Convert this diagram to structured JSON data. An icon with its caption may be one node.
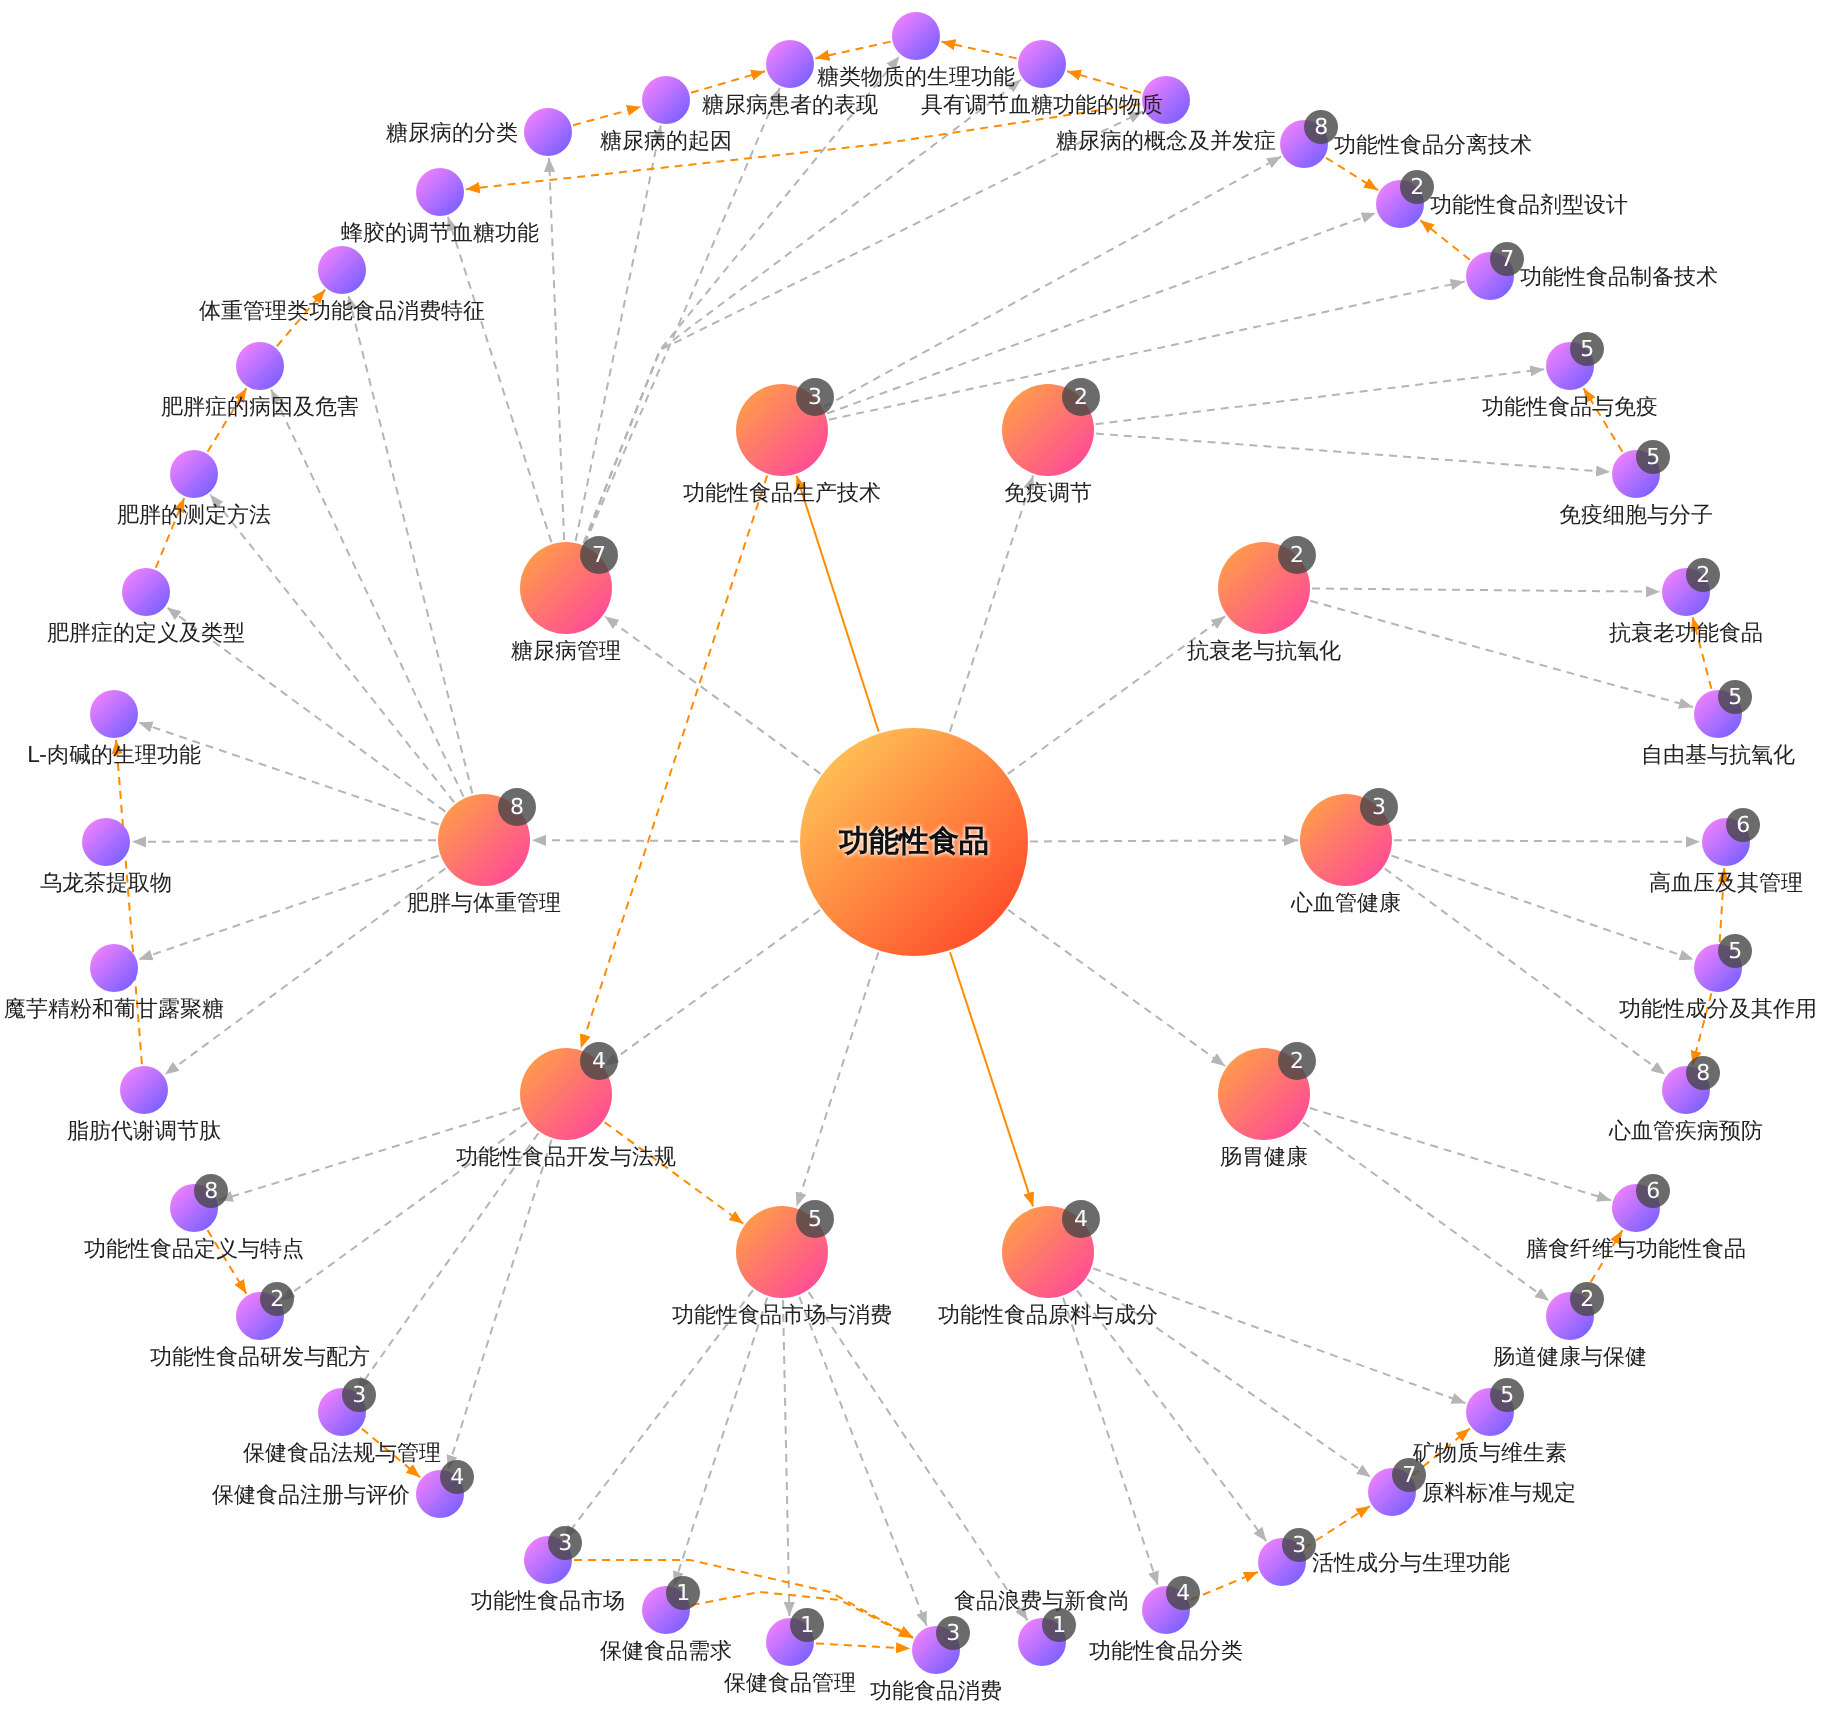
{
  "diagram": {
    "nodes": [
      {
        "text": [
          "功能性食品"
        ]
      },
      {
        "text": [
          "7",
          "糖尿病管理"
        ]
      },
      {
        "text": [
          "3",
          "功能性食品生产技术"
        ]
      },
      {
        "text": [
          "2",
          "免疫调节"
        ]
      },
      {
        "text": [
          "2",
          "抗衰老与抗氧化"
        ]
      },
      {
        "text": [
          "3",
          "心血管健康"
        ]
      },
      {
        "text": [
          "2",
          "肠胃健康"
        ]
      },
      {
        "text": [
          "4",
          "功能性食品原料与成分"
        ]
      },
      {
        "text": [
          "5",
          "功能性食品市场与消费"
        ]
      },
      {
        "text": [
          "4",
          "功能性食品开发与法规"
        ]
      },
      {
        "text": [
          "8",
          "肥胖与体重管理"
        ]
      },
      {
        "text": [
          "糖尿病的概念及并发症"
        ]
      },
      {
        "text": [
          "具有调节血糖功能的物质"
        ]
      },
      {
        "text": [
          "糖类物质的生理功能"
        ]
      },
      {
        "text": [
          "糖尿病患者的表现"
        ]
      },
      {
        "text": [
          "糖尿病的起因"
        ]
      },
      {
        "text": [
          "糖尿病的分类"
        ]
      },
      {
        "text": [
          "蜂胶的调节血糖功能"
        ]
      },
      {
        "text": [
          "体重管理类功能食品消费特征"
        ]
      },
      {
        "text": [
          "肥胖症的病因及危害"
        ]
      },
      {
        "text": [
          "肥胖的测定方法"
        ]
      },
      {
        "text": [
          "肥胖症的定义及类型"
        ]
      },
      {
        "text": [
          "L-肉碱的生理功能"
        ]
      },
      {
        "text": [
          "乌龙茶提取物"
        ]
      },
      {
        "text": [
          "魔芋精粉和葡甘露聚糖"
        ]
      },
      {
        "text": [
          "脂肪代谢调节肽"
        ]
      },
      {
        "text": [
          "8",
          "功能性食品定义与特点"
        ]
      },
      {
        "text": [
          "2",
          "功能性食品研发与配方"
        ]
      },
      {
        "text": [
          "3",
          "保健食品法规与管理"
        ]
      },
      {
        "text": [
          "4",
          "保健食品注册与评价"
        ]
      },
      {
        "text": [
          "3",
          "功能性食品市场"
        ]
      },
      {
        "text": [
          "1",
          "保健食品需求"
        ]
      },
      {
        "text": [
          "1",
          "保健食品管理"
        ]
      },
      {
        "text": [
          "3",
          "功能食品消费"
        ]
      },
      {
        "text": [
          "食品浪费与新食尚",
          "1"
        ]
      },
      {
        "text": [
          "4",
          "功能性食品分类"
        ]
      },
      {
        "text": [
          "3",
          "活性成分与生理功能"
        ]
      },
      {
        "text": [
          "7",
          "原料标准与规定"
        ]
      },
      {
        "text": [
          "5",
          "矿物质与维生素"
        ]
      },
      {
        "text": [
          "2",
          "肠道健康与保健"
        ]
      },
      {
        "text": [
          "6",
          "膳食纤维与功能性食品"
        ]
      },
      {
        "text": [
          "8",
          "心血管疾病预防"
        ]
      },
      {
        "text": [
          "5",
          "功能性成分及其作用"
        ]
      },
      {
        "text": [
          "6",
          "高血压及其管理"
        ]
      },
      {
        "text": [
          "5",
          "自由基与抗氧化"
        ]
      },
      {
        "text": [
          "2",
          "抗衰老功能食品"
        ]
      },
      {
        "text": [
          "5",
          "免疫细胞与分子"
        ]
      },
      {
        "text": [
          "5",
          "功能性食品与免疫"
        ]
      },
      {
        "text": [
          "7",
          "功能性食品制备技术"
        ]
      },
      {
        "text": [
          "2",
          "功能性食品剂型设计"
        ]
      },
      {
        "text": [
          "8",
          "功能性食品分离技术"
        ]
      }
    ],
    "edges": [
      {
        "from": 0,
        "to": 1,
        "arrow": "to",
        "style": "dashed"
      },
      {
        "from": 0,
        "to": 2,
        "arrow": "to",
        "color": "#ff8c00"
      },
      {
        "from": 0,
        "to": 3,
        "arrow": "to",
        "style": "dashed"
      },
      {
        "from": 0,
        "to": 4,
        "arrow": "to",
        "style": "dashed"
      },
      {
        "from": 0,
        "to": 5,
        "arrow": "to",
        "style": "dashed"
      },
      {
        "from": 0,
        "to": 6,
        "arrow": "to",
        "style": "dashed"
      },
      {
        "from": 0,
        "to": 7,
        "arrow": "to",
        "color": "#ff8c00"
      },
      {
        "from": 0,
        "to": 8,
        "arrow": "to",
        "style": "dashed"
      },
      {
        "from": 0,
        "to": 9,
        "arrow": "to",
        "style": "dashed"
      },
      {
        "from": 0,
        "to": 10,
        "arrow": "to",
        "style": "dashed"
      },
      {
        "from": 1,
        "to": 11,
        "arrow": "to",
        "style": "dashed"
      },
      {
        "from": 1,
        "to": 12,
        "arrow": "to",
        "style": "dashed"
      },
      {
        "from": 1,
        "to": 13,
        "arrow": "to",
        "style": "dashed"
      },
      {
        "from": 1,
        "to": 14,
        "arrow": "to",
        "style": "dashed"
      },
      {
        "from": 1,
        "to": 15,
        "arrow": "to",
        "style": "dashed"
      },
      {
        "from": 1,
        "to": 16,
        "arrow": "to",
        "style": "dashed"
      },
      {
        "from": 1,
        "to": 17,
        "arrow": "to",
        "style": "dashed"
      },
      {
        "from": 10,
        "to": 18,
        "arrow": "to",
        "style": "dashed"
      },
      {
        "from": 10,
        "to": 19,
        "arrow": "to",
        "style": "dashed"
      },
      {
        "from": 10,
        "to": 20,
        "arrow": "to",
        "style": "dashed"
      },
      {
        "from": 10,
        "to": 21,
        "arrow": "to",
        "style": "dashed"
      },
      {
        "from": 10,
        "to": 22,
        "arrow": "to",
        "style": "dashed"
      },
      {
        "from": 10,
        "to": 23,
        "arrow": "to",
        "style": "dashed"
      },
      {
        "from": 10,
        "to": 24,
        "arrow": "to",
        "style": "dashed"
      },
      {
        "from": 10,
        "to": 25,
        "arrow": "to",
        "style": "dashed"
      },
      {
        "from": 9,
        "to": 26,
        "arrow": "to",
        "style": "dashed"
      },
      {
        "from": 9,
        "to": 27,
        "arrow": "to",
        "style": "dashed"
      },
      {
        "from": 9,
        "to": 28,
        "arrow": "to",
        "style": "dashed"
      },
      {
        "from": 9,
        "to": 29,
        "arrow": "to",
        "style": "dashed"
      },
      {
        "from": 8,
        "to": 30,
        "arrow": "to",
        "style": "dashed"
      },
      {
        "from": 8,
        "to": 31,
        "arrow": "to",
        "style": "dashed"
      },
      {
        "from": 8,
        "to": 32,
        "arrow": "to",
        "style": "dashed"
      },
      {
        "from": 8,
        "to": 33,
        "arrow": "to",
        "style": "dashed"
      },
      {
        "from": 8,
        "to": 34,
        "arrow": "to",
        "style": "dashed"
      },
      {
        "from": 7,
        "to": 35,
        "arrow": "to",
        "style": "dashed"
      },
      {
        "from": 7,
        "to": 36,
        "arrow": "to",
        "style": "dashed"
      },
      {
        "from": 7,
        "to": 37,
        "arrow": "to",
        "style": "dashed"
      },
      {
        "from": 7,
        "to": 38,
        "arrow": "to",
        "style": "dashed"
      },
      {
        "from": 6,
        "to": 39,
        "arrow": "to",
        "style": "dashed"
      },
      {
        "from": 6,
        "to": 40,
        "arrow": "to",
        "style": "dashed"
      },
      {
        "from": 5,
        "to": 41,
        "arrow": "to",
        "style": "dashed"
      },
      {
        "from": 5,
        "to": 42,
        "arrow": "to",
        "style": "dashed"
      },
      {
        "from": 5,
        "to": 43,
        "arrow": "to",
        "style": "dashed"
      },
      {
        "from": 4,
        "to": 44,
        "arrow": "to",
        "style": "dashed"
      },
      {
        "from": 4,
        "to": 45,
        "arrow": "to",
        "style": "dashed"
      },
      {
        "from": 3,
        "to": 46,
        "arrow": "to",
        "style": "dashed"
      },
      {
        "from": 3,
        "to": 47,
        "arrow": "to",
        "style": "dashed"
      },
      {
        "from": 2,
        "to": 48,
        "arrow": "to",
        "style": "dashed"
      },
      {
        "from": 2,
        "to": 49,
        "arrow": "to",
        "style": "dashed"
      },
      {
        "from": 2,
        "to": 50,
        "arrow": "to",
        "style": "dashed"
      },
      {
        "from": 2,
        "to": 9,
        "arrow": "to",
        "style": "dashed",
        "color": "#ff8c00"
      },
      {
        "from": 9,
        "to": 8,
        "arrow": "to",
        "style": "dashed",
        "color": "#ff8c00"
      },
      {
        "from": 11,
        "to": 12,
        "arrow": "to",
        "style": "dashed",
        "color": "#ff8c00"
      },
      {
        "from": 12,
        "to": 13,
        "arrow": "to",
        "style": "dashed",
        "color": "#ff8c00"
      },
      {
        "from": 13,
        "to": 14,
        "arrow": "to",
        "style": "dashed",
        "color": "#ff8c00"
      },
      {
        "from": 15,
        "to": 14,
        "arrow": "to",
        "style": "dashed",
        "color": "#ff8c00"
      },
      {
        "from": 16,
        "to": 15,
        "arrow": "to",
        "style": "dashed",
        "color": "#ff8c00"
      },
      {
        "from": 11,
        "to": 17,
        "arrow": "to",
        "style": "dashed",
        "color": "#ff8c00"
      },
      {
        "from": 21,
        "to": 20,
        "arrow": "to",
        "style": "dashed",
        "color": "#ff8c00"
      },
      {
        "from": 20,
        "to": 19,
        "arrow": "to",
        "style": "dashed",
        "color": "#ff8c00"
      },
      {
        "from": 19,
        "to": 18,
        "arrow": "to",
        "style": "dashed",
        "color": "#ff8c00"
      },
      {
        "from": 25,
        "to": 22,
        "arrow": "to",
        "style": "dashed",
        "color": "#ff8c00"
      },
      {
        "from": 26,
        "to": 27,
        "arrow": "to",
        "style": "dashed",
        "color": "#ff8c00"
      },
      {
        "from": 28,
        "to": 29,
        "arrow": "to",
        "style": "dashed",
        "color": "#ff8c00"
      },
      {
        "from": 30,
        "to": 33,
        "arrow": "to",
        "style": "dashed",
        "color": "#ff8c00"
      },
      {
        "from": 31,
        "to": 33,
        "arrow": "to",
        "style": "dashed",
        "color": "#ff8c00"
      },
      {
        "from": 32,
        "to": 33,
        "arrow": "to",
        "style": "dashed",
        "color": "#ff8c00"
      },
      {
        "from": 35,
        "to": 36,
        "arrow": "to",
        "style": "dashed",
        "color": "#ff8c00"
      },
      {
        "from": 36,
        "to": 37,
        "arrow": "to",
        "style": "dashed",
        "color": "#ff8c00"
      },
      {
        "from": 37,
        "to": 38,
        "arrow": "to",
        "style": "dashed",
        "color": "#ff8c00"
      },
      {
        "from": 39,
        "to": 40,
        "arrow": "to",
        "style": "dashed",
        "color": "#ff8c00"
      },
      {
        "from": 42,
        "to": 41,
        "arrow": "to",
        "style": "dashed",
        "color": "#ff8c00"
      },
      {
        "from": 42,
        "to": 43,
        "arrow": "to",
        "style": "dashed",
        "color": "#ff8c00"
      },
      {
        "from": 44,
        "to": 45,
        "arrow": "to",
        "style": "dashed",
        "color": "#ff8c00"
      },
      {
        "from": 46,
        "to": 47,
        "arrow": "to",
        "style": "dashed",
        "color": "#ff8c00"
      },
      {
        "from": 48,
        "to": 49,
        "arrow": "to",
        "style": "dashed",
        "color": "#ff8c00"
      },
      {
        "from": 50,
        "to": 49,
        "arrow": "to",
        "style": "dashed",
        "color": "#ff8c00"
      }
    ]
  }
}
